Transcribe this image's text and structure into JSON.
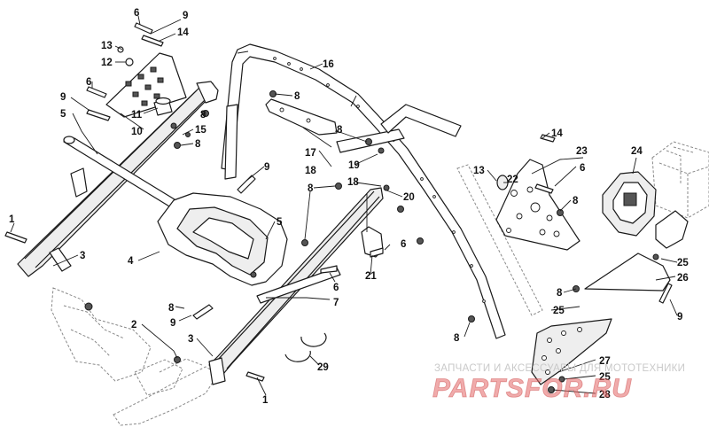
{
  "diagram": {
    "callouts": [
      "1",
      "2",
      "3",
      "4",
      "5",
      "6",
      "7",
      "8",
      "9",
      "10",
      "11",
      "12",
      "13",
      "14",
      "15",
      "16",
      "17",
      "18",
      "19",
      "20",
      "21",
      "22",
      "23",
      "24",
      "25",
      "26",
      "27",
      "28",
      "29"
    ],
    "colors": {
      "line": "#1a1a1a",
      "ghost": "#8a8a8a",
      "watermark": "#e46666"
    }
  },
  "watermark": {
    "tagline": "ЗАПЧАСТИ И АКСЕССУАРЫ ДЛЯ МОТОТЕХНИКИ",
    "logo": "PARTSFOR.RU"
  }
}
